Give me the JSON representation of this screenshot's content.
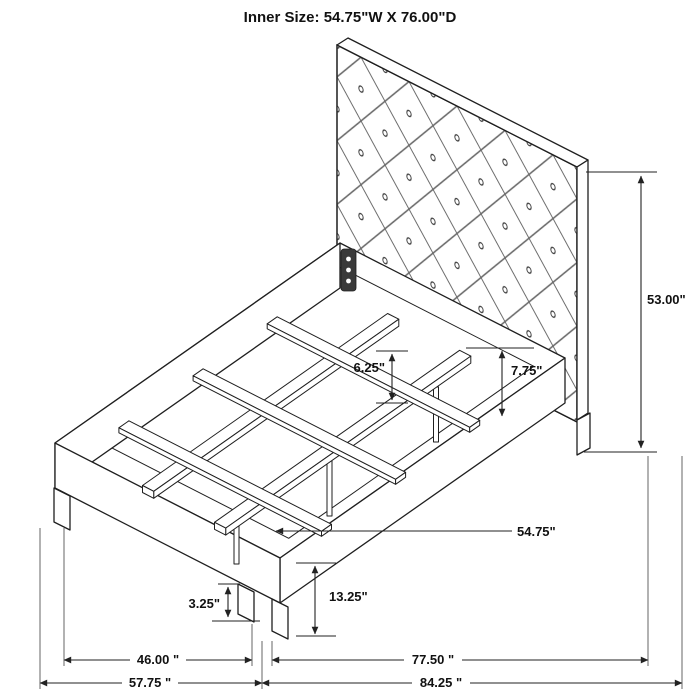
{
  "title": "Inner Size: 54.75\"W X 76.00\"D",
  "dims": {
    "headboard_height": "53.00\"",
    "rail_height": "7.75\"",
    "support_height": "6.25\"",
    "slat_width": "54.75\"",
    "footboard_height": "13.25\"",
    "leg_height": "3.25\"",
    "inner_width": "46.00 \"",
    "overall_width": "57.75 \"",
    "inner_depth": "77.50 \"",
    "overall_depth": "84.25 \""
  },
  "colors": {
    "line": "#1f1f1f",
    "bracket": "#3a3a3a",
    "background": "#ffffff"
  }
}
